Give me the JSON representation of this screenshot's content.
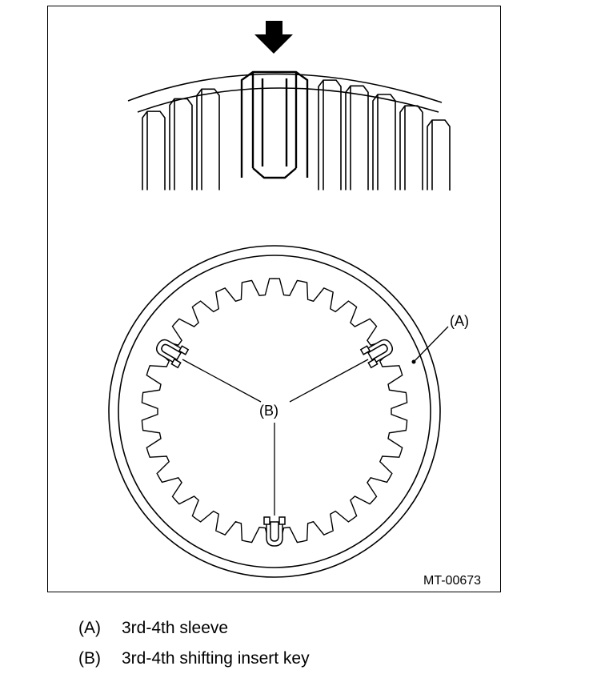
{
  "diagram": {
    "figure_id": "MT-00673",
    "callouts": {
      "a": "(A)",
      "b": "(B)"
    }
  },
  "legend": [
    {
      "key": "(A)",
      "text": "3rd-4th sleeve"
    },
    {
      "key": "(B)",
      "text": "3rd-4th shifting insert key"
    }
  ]
}
